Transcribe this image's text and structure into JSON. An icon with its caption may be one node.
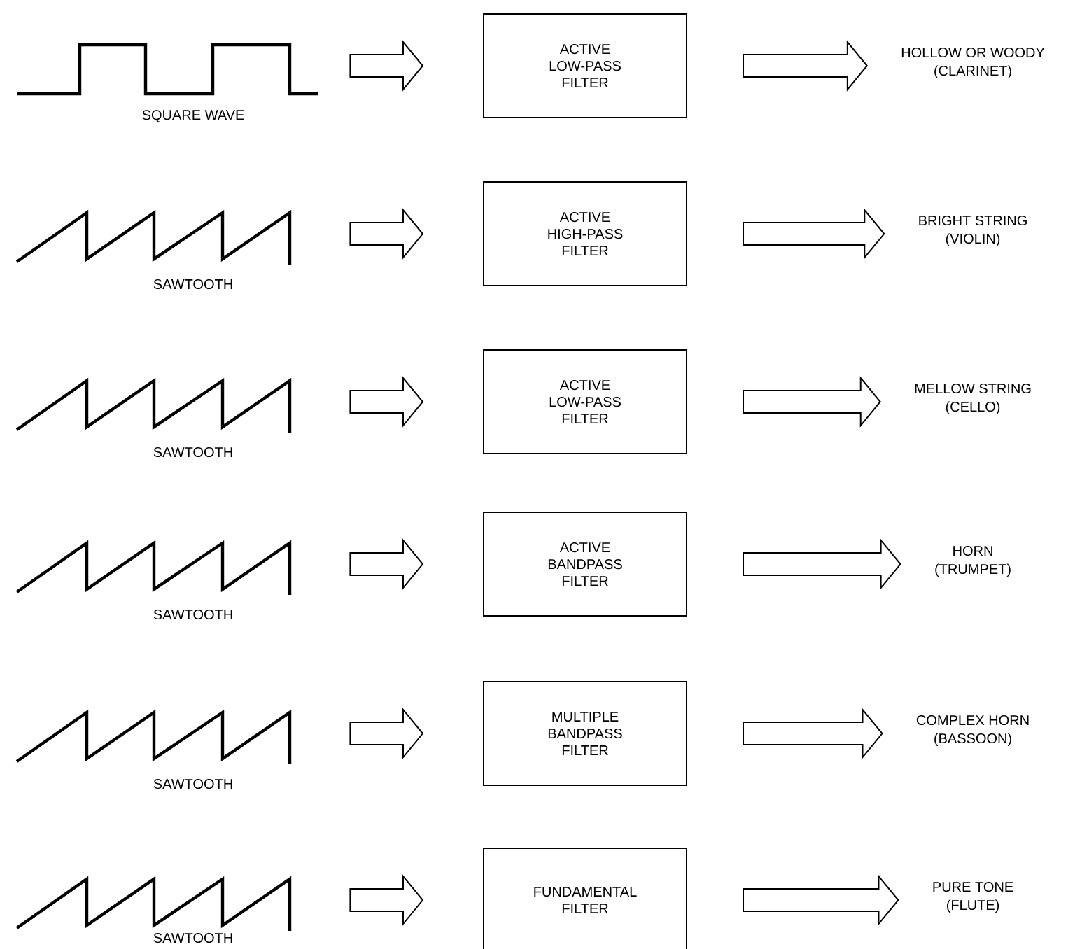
{
  "diagram": {
    "nodes": [
      {
        "text": [],
        "shape": "picture",
        "beside": [
          "SQUARE WAVE"
        ]
      },
      {
        "text": [
          "ACTIVE LOW-PASS FILTER"
        ]
      },
      {
        "text": [
          "HOLLOW OR WOODY",
          "(CLARINET)"
        ]
      },
      {
        "text": [],
        "shape": "picture",
        "beside": [
          "SAWTOOTH"
        ]
      },
      {
        "text": [
          "ACTIVE HIGH-PASS FILTER"
        ]
      },
      {
        "text": [
          "BRIGHT STRING",
          "(VIOLIN)"
        ]
      },
      {
        "text": [],
        "shape": "picture",
        "beside": [
          "SAWTOOTH"
        ]
      },
      {
        "text": [
          "ACTIVE LOW-PASS FILTER"
        ]
      },
      {
        "text": [
          "MELLOW STRING",
          "(CELLO)"
        ]
      },
      {
        "text": [],
        "shape": "picture",
        "beside": [
          "SAWTOOTH"
        ]
      },
      {
        "text": [
          "ACTIVE BANDPASS FILTER"
        ]
      },
      {
        "text": [
          "HORN",
          "(TRUMPET)"
        ]
      },
      {
        "text": [],
        "shape": "picture",
        "beside": [
          "SAWTOOTH"
        ]
      },
      {
        "text": [
          "MULTIPLE BANDPASS FILTER"
        ]
      },
      {
        "text": [
          "COMPLEX HORN",
          "(BASSOON)"
        ]
      },
      {
        "text": [],
        "shape": "picture",
        "beside": [
          "SAWTOOTH"
        ]
      },
      {
        "text": [
          "FUNDAMENTAL FILTER"
        ]
      },
      {
        "text": [
          "PURE TONE",
          "(FLUTE)"
        ]
      }
    ],
    "edges": [
      {
        "from": 0,
        "to": 1,
        "arrow": "to"
      },
      {
        "from": 1,
        "to": 2,
        "arrow": "to"
      },
      {
        "from": 3,
        "to": 4,
        "arrow": "to"
      },
      {
        "from": 4,
        "to": 5,
        "arrow": "to"
      },
      {
        "from": 6,
        "to": 7,
        "arrow": "to"
      },
      {
        "from": 7,
        "to": 8,
        "arrow": "to"
      },
      {
        "from": 9,
        "to": 10,
        "arrow": "to"
      },
      {
        "from": 10,
        "to": 11,
        "arrow": "to"
      },
      {
        "from": 12,
        "to": 13,
        "arrow": "to"
      },
      {
        "from": 13,
        "to": 14,
        "arrow": "to"
      },
      {
        "from": 15,
        "to": 16,
        "arrow": "to"
      },
      {
        "from": 16,
        "to": 17,
        "arrow": "to"
      }
    ]
  }
}
